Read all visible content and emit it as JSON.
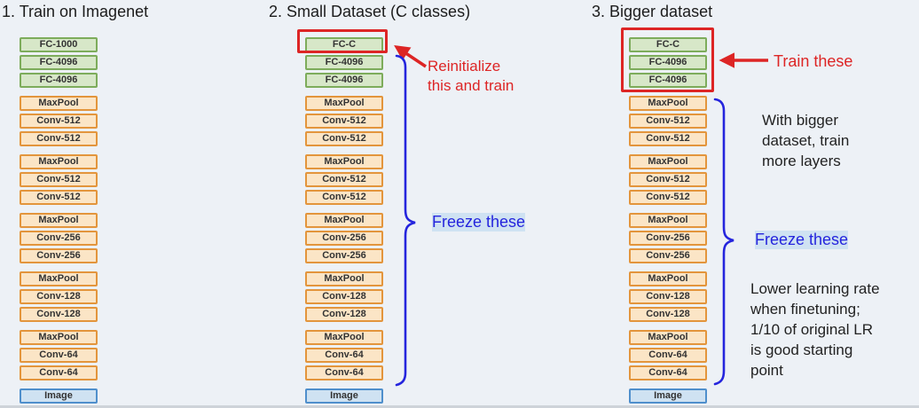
{
  "colors": {
    "background": "#edf1f6",
    "green_fill": "#d7e7c8",
    "green_border": "#7dac5b",
    "orange_fill": "#fbe5c6",
    "orange_border": "#e3953c",
    "blue_fill": "#cfe2f2",
    "blue_border": "#4f8fcc",
    "red_accent": "#dd2525",
    "blue_accent": "#2525dd"
  },
  "columns": [
    {
      "title": "1. Train on Imagenet",
      "stack": [
        {
          "color": "green",
          "layers": [
            "FC-1000",
            "FC-4096",
            "FC-4096"
          ]
        },
        {
          "color": "orange",
          "layers": [
            "MaxPool",
            "Conv-512",
            "Conv-512"
          ]
        },
        {
          "color": "orange",
          "layers": [
            "MaxPool",
            "Conv-512",
            "Conv-512"
          ]
        },
        {
          "color": "orange",
          "layers": [
            "MaxPool",
            "Conv-256",
            "Conv-256"
          ]
        },
        {
          "color": "orange",
          "layers": [
            "MaxPool",
            "Conv-128",
            "Conv-128"
          ]
        },
        {
          "color": "orange",
          "layers": [
            "MaxPool",
            "Conv-64",
            "Conv-64"
          ]
        },
        {
          "color": "blue",
          "layers": [
            "Image"
          ]
        }
      ]
    },
    {
      "title": "2. Small Dataset (C classes)",
      "stack": [
        {
          "color": "green",
          "layers": [
            "FC-C",
            "FC-4096",
            "FC-4096"
          ]
        },
        {
          "color": "orange",
          "layers": [
            "MaxPool",
            "Conv-512",
            "Conv-512"
          ]
        },
        {
          "color": "orange",
          "layers": [
            "MaxPool",
            "Conv-512",
            "Conv-512"
          ]
        },
        {
          "color": "orange",
          "layers": [
            "MaxPool",
            "Conv-256",
            "Conv-256"
          ]
        },
        {
          "color": "orange",
          "layers": [
            "MaxPool",
            "Conv-128",
            "Conv-128"
          ]
        },
        {
          "color": "orange",
          "layers": [
            "MaxPool",
            "Conv-64",
            "Conv-64"
          ]
        },
        {
          "color": "blue",
          "layers": [
            "Image"
          ]
        }
      ],
      "annotations": {
        "reinitialize": "Reinitialize\nthis and train",
        "freeze": "Freeze these"
      }
    },
    {
      "title": "3. Bigger dataset",
      "stack": [
        {
          "color": "green",
          "layers": [
            "FC-C",
            "FC-4096",
            "FC-4096"
          ]
        },
        {
          "color": "orange",
          "layers": [
            "MaxPool",
            "Conv-512",
            "Conv-512"
          ]
        },
        {
          "color": "orange",
          "layers": [
            "MaxPool",
            "Conv-512",
            "Conv-512"
          ]
        },
        {
          "color": "orange",
          "layers": [
            "MaxPool",
            "Conv-256",
            "Conv-256"
          ]
        },
        {
          "color": "orange",
          "layers": [
            "MaxPool",
            "Conv-128",
            "Conv-128"
          ]
        },
        {
          "color": "orange",
          "layers": [
            "MaxPool",
            "Conv-64",
            "Conv-64"
          ]
        },
        {
          "color": "blue",
          "layers": [
            "Image"
          ]
        }
      ],
      "annotations": {
        "train": "Train these",
        "freeze": "Freeze these",
        "bigger_dataset": "With bigger\ndataset, train\nmore layers",
        "learning_rate": "Lower learning rate\nwhen finetuning;\n1/10 of original LR\nis good starting\npoint"
      }
    }
  ]
}
